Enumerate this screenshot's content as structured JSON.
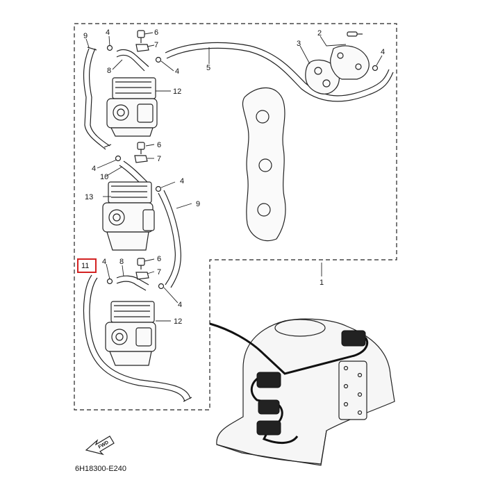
{
  "diagram": {
    "code": "6H18300-E240",
    "fwd_label": "FWD",
    "highlighted_part": "11",
    "highlight_color": "#d32222",
    "callouts": [
      {
        "id": "c-9-top",
        "text": "9"
      },
      {
        "id": "c-4-a",
        "text": "4"
      },
      {
        "id": "c-6-a",
        "text": "6"
      },
      {
        "id": "c-7-a",
        "text": "7"
      },
      {
        "id": "c-8-a",
        "text": "8"
      },
      {
        "id": "c-4-b",
        "text": "4"
      },
      {
        "id": "c-5",
        "text": "5"
      },
      {
        "id": "c-2",
        "text": "2"
      },
      {
        "id": "c-3",
        "text": "3"
      },
      {
        "id": "c-4-c",
        "text": "4"
      },
      {
        "id": "c-12-a",
        "text": "12"
      },
      {
        "id": "c-6-b",
        "text": "6"
      },
      {
        "id": "c-7-b",
        "text": "7"
      },
      {
        "id": "c-4-d",
        "text": "4"
      },
      {
        "id": "c-10",
        "text": "10"
      },
      {
        "id": "c-4-e",
        "text": "4"
      },
      {
        "id": "c-13",
        "text": "13"
      },
      {
        "id": "c-9-mid",
        "text": "9"
      },
      {
        "id": "c-11",
        "text": "11"
      },
      {
        "id": "c-4-f",
        "text": "4"
      },
      {
        "id": "c-8-b",
        "text": "8"
      },
      {
        "id": "c-6-c",
        "text": "6"
      },
      {
        "id": "c-7-c",
        "text": "7"
      },
      {
        "id": "c-4-g",
        "text": "4"
      },
      {
        "id": "c-12-b",
        "text": "12"
      },
      {
        "id": "c-1",
        "text": "1"
      }
    ]
  }
}
